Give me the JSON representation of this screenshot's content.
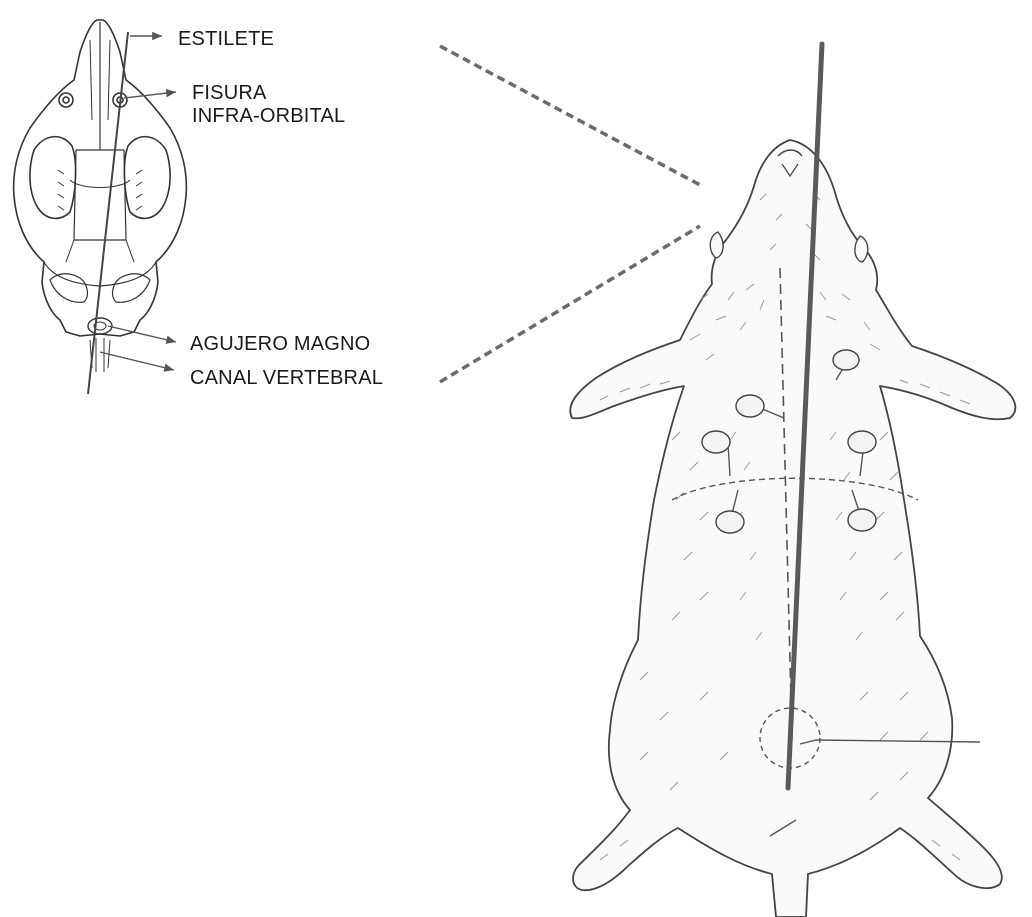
{
  "labels": {
    "estilete": "ESTILETE",
    "fisura_line1": "FISURA",
    "fisura_line2": "INFRA-ORBITAL",
    "agujero": "AGUJERO MAGNO",
    "canal": "CANAL VERTEBRAL"
  },
  "icons": {
    "skull": "rat-skull-ventral-illustration",
    "rat": "rat-body-ventral-illustration",
    "stylet": "stylet-rod",
    "connector": "dashed-zoom-lines"
  },
  "colors": {
    "ink": "#1a1a1a",
    "rod": "#5a5a5a",
    "dash": "#6b6b6b",
    "fur": "#8a8a8a",
    "pad": "#f4f4f4"
  }
}
